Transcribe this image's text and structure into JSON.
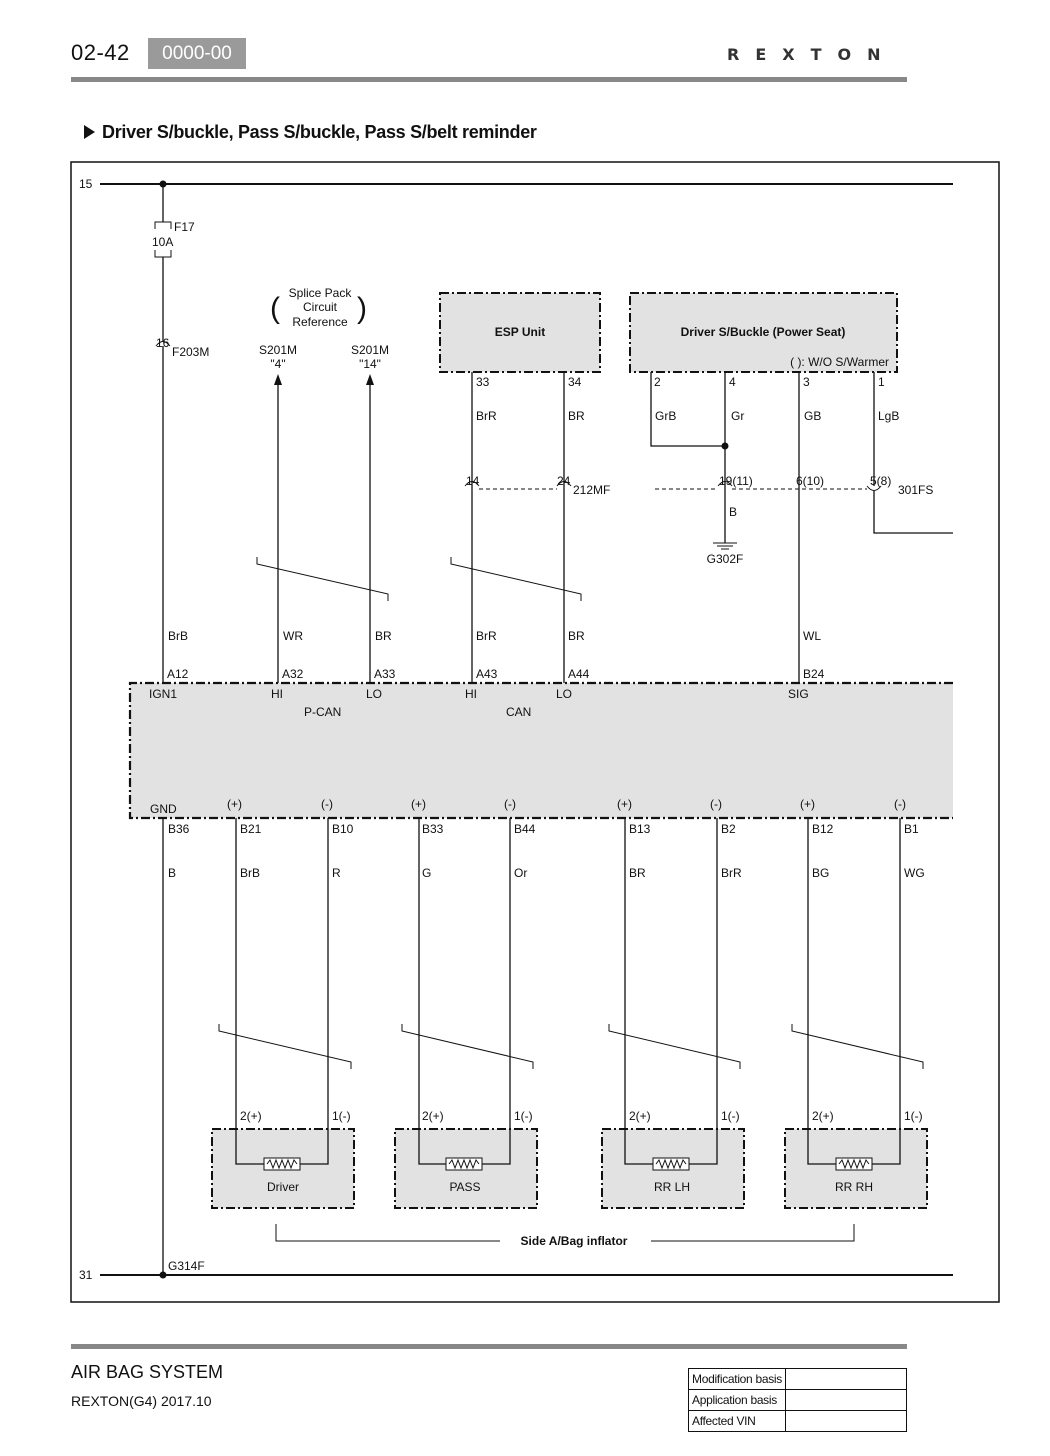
{
  "header": {
    "page_number": "02-42",
    "doc_code": "0000-00",
    "brand": "REXTON"
  },
  "title": "Driver S/buckle, Pass S/buckle, Pass S/belt reminder",
  "footer": {
    "system": "AIR BAG SYSTEM",
    "model": "REXTON(G4) 2017.10",
    "revision": [
      {
        "label": "Modification basis",
        "value": ""
      },
      {
        "label": "Application basis",
        "value": ""
      },
      {
        "label": "Affected VIN",
        "value": ""
      }
    ]
  },
  "diagram": {
    "rail_top": "15",
    "rail_bottom": "31",
    "fuse": {
      "name": "F17",
      "rating": "10A"
    },
    "connector_f203m": {
      "pin": "16",
      "name": "F203M"
    },
    "splice": {
      "title_lines": [
        "Splice Pack",
        "Circuit",
        "Reference"
      ],
      "left_name": "S201M",
      "left_pin": "\"4\"",
      "right_name": "S201M",
      "right_pin": "\"14\""
    },
    "esp": {
      "name": "ESP Unit",
      "pin_a": "33",
      "pin_b": "34",
      "wire_a": "BrR",
      "wire_b": "BR"
    },
    "power_seat": {
      "name": "Driver S/Buckle (Power Seat)",
      "note": "( ): W/O S/Warmer",
      "pins": [
        "2",
        "4",
        "3",
        "1"
      ],
      "wires": [
        "GrB",
        "Gr",
        "GB",
        "LgB"
      ]
    },
    "connector_212mf": {
      "name": "212MF",
      "pin_a": "14",
      "pin_b": "24"
    },
    "connector_301fs": {
      "name": "301FS",
      "pins": [
        "19(11)",
        "6(10)",
        "5(8)"
      ]
    },
    "ground_top": {
      "wire": "B",
      "name": "G302F"
    },
    "unit_wires_top": [
      "BrB",
      "WR",
      "BR",
      "BrR",
      "BR",
      "WL"
    ],
    "unit_pins_top": [
      "A12",
      "A32",
      "A33",
      "A43",
      "A44",
      "B24"
    ],
    "unit_labels_top": [
      "IGN1",
      "HI",
      "LO",
      "HI",
      "LO",
      "SIG"
    ],
    "bus_labels": [
      "P-CAN",
      "CAN"
    ],
    "gnd_label": "GND",
    "plus_minus": [
      "(+)",
      "(-)"
    ],
    "unit_pins_bottom": [
      "B36",
      "B21",
      "B10",
      "B33",
      "B44",
      "B13",
      "B2",
      "B12",
      "B1"
    ],
    "unit_wires_bottom": [
      "B",
      "BrB",
      "R",
      "G",
      "Or",
      "BR",
      "BrR",
      "BG",
      "WG"
    ],
    "inflators": [
      {
        "name": "Driver"
      },
      {
        "name": "PASS"
      },
      {
        "name": "RR LH"
      },
      {
        "name": "RR RH"
      }
    ],
    "inflator_pins": [
      "2(+)",
      "1(-)"
    ],
    "inflator_group": "Side A/Bag inflator",
    "ground_bottom": "G314F"
  }
}
